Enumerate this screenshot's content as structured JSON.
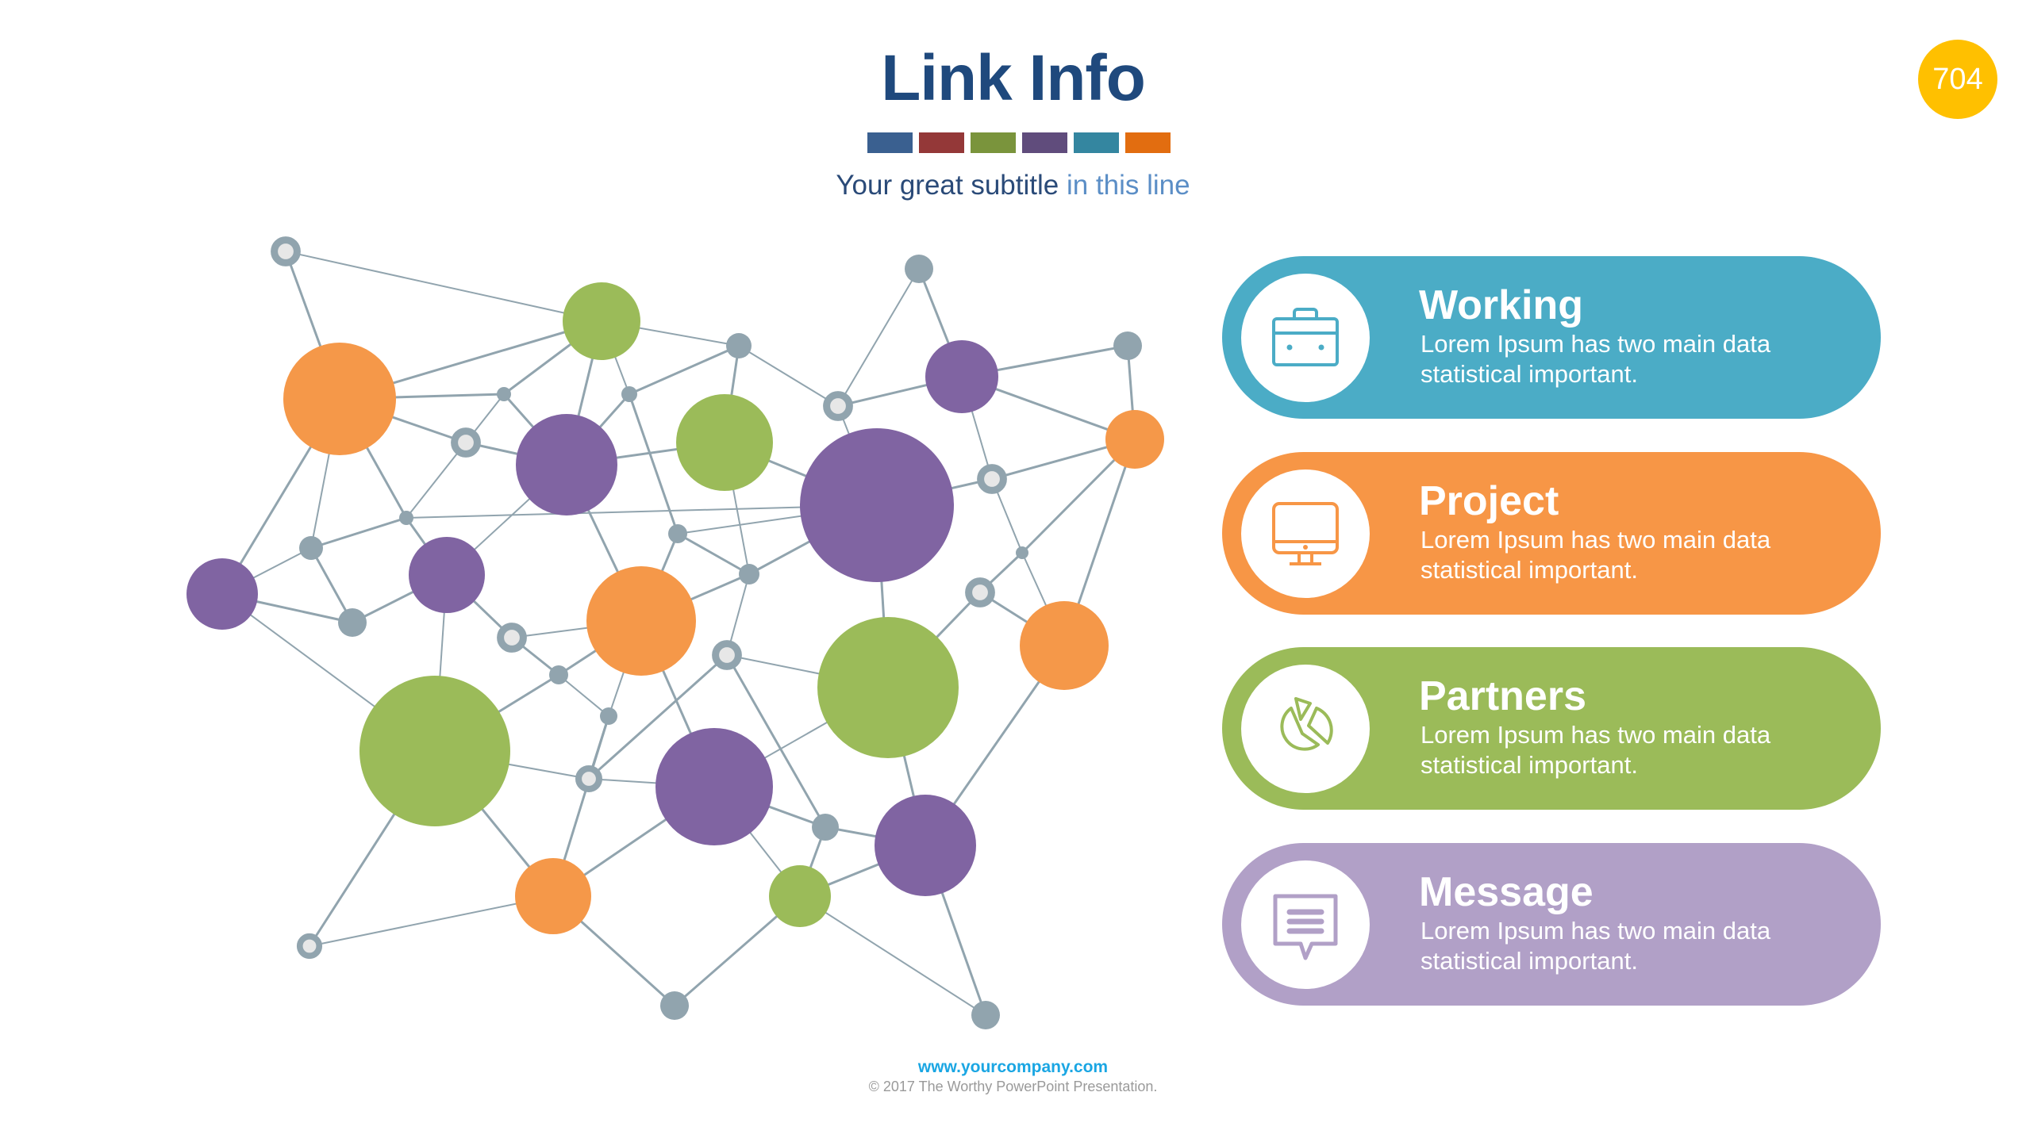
{
  "slide": {
    "title": "Link Info",
    "subtitle_part1": "Your great subtitle ",
    "subtitle_part2": "in this line",
    "page_number": "704",
    "swatch_colors": [
      "#3a6090",
      "#943838",
      "#7a943c",
      "#604c7c",
      "#3486a0",
      "#e26d10"
    ]
  },
  "palette": {
    "orange": "#f59849",
    "green": "#9bbb59",
    "purple": "#8064a2",
    "gray": "#91a4ae",
    "ring_fill": "#e7e7e7",
    "edge": "#91a4ae",
    "badge": "#ffc000"
  },
  "network": {
    "nodes": [
      {
        "id": "n1",
        "kind": "ring"
      },
      {
        "id": "n2",
        "kind": "green"
      },
      {
        "id": "n3",
        "kind": "gray"
      },
      {
        "id": "n4",
        "kind": "gray"
      },
      {
        "id": "n5",
        "kind": "orange"
      },
      {
        "id": "n6",
        "kind": "gray"
      },
      {
        "id": "n7",
        "kind": "gray"
      },
      {
        "id": "n8",
        "kind": "ring"
      },
      {
        "id": "n9",
        "kind": "purple"
      },
      {
        "id": "n10",
        "kind": "green"
      },
      {
        "id": "n11",
        "kind": "ring"
      },
      {
        "id": "n12",
        "kind": "purple"
      },
      {
        "id": "n13",
        "kind": "gray"
      },
      {
        "id": "n14",
        "kind": "orange"
      },
      {
        "id": "n15",
        "kind": "purple"
      },
      {
        "id": "n16",
        "kind": "ring"
      },
      {
        "id": "n17",
        "kind": "gray"
      },
      {
        "id": "n18",
        "kind": "gray"
      },
      {
        "id": "n19",
        "kind": "purple"
      },
      {
        "id": "n20",
        "kind": "gray"
      },
      {
        "id": "n21",
        "kind": "gray"
      },
      {
        "id": "n22",
        "kind": "gray"
      },
      {
        "id": "n23",
        "kind": "ring"
      },
      {
        "id": "n24",
        "kind": "purple"
      },
      {
        "id": "n25",
        "kind": "gray"
      },
      {
        "id": "n26",
        "kind": "orange"
      },
      {
        "id": "n27",
        "kind": "ring"
      },
      {
        "id": "n28",
        "kind": "ring"
      },
      {
        "id": "n29",
        "kind": "green"
      },
      {
        "id": "n30",
        "kind": "orange"
      },
      {
        "id": "n31",
        "kind": "gray"
      },
      {
        "id": "n32",
        "kind": "gray"
      },
      {
        "id": "n33",
        "kind": "green"
      },
      {
        "id": "n34",
        "kind": "ring"
      },
      {
        "id": "n35",
        "kind": "purple"
      },
      {
        "id": "n36",
        "kind": "gray"
      },
      {
        "id": "n37",
        "kind": "purple"
      },
      {
        "id": "n38",
        "kind": "orange"
      },
      {
        "id": "n39",
        "kind": "green"
      },
      {
        "id": "n40",
        "kind": "ring"
      },
      {
        "id": "n41",
        "kind": "gray"
      },
      {
        "id": "n42",
        "kind": "gray"
      }
    ],
    "edges": [
      [
        "n1",
        "n2"
      ],
      [
        "n1",
        "n5"
      ],
      [
        "n2",
        "n5"
      ],
      [
        "n2",
        "n3"
      ],
      [
        "n2",
        "n6"
      ],
      [
        "n2",
        "n9"
      ],
      [
        "n2",
        "n7"
      ],
      [
        "n5",
        "n6"
      ],
      [
        "n5",
        "n8"
      ],
      [
        "n5",
        "n18"
      ],
      [
        "n5",
        "n17"
      ],
      [
        "n5",
        "n24"
      ],
      [
        "n6",
        "n8"
      ],
      [
        "n6",
        "n9"
      ],
      [
        "n8",
        "n9"
      ],
      [
        "n8",
        "n17"
      ],
      [
        "n3",
        "n7"
      ],
      [
        "n3",
        "n10"
      ],
      [
        "n3",
        "n11"
      ],
      [
        "n7",
        "n9"
      ],
      [
        "n7",
        "n20"
      ],
      [
        "n4",
        "n11"
      ],
      [
        "n4",
        "n12"
      ],
      [
        "n11",
        "n12"
      ],
      [
        "n11",
        "n15"
      ],
      [
        "n12",
        "n13"
      ],
      [
        "n12",
        "n14"
      ],
      [
        "n12",
        "n16"
      ],
      [
        "n13",
        "n14"
      ],
      [
        "n9",
        "n10"
      ],
      [
        "n9",
        "n19"
      ],
      [
        "n9",
        "n26"
      ],
      [
        "n17",
        "n18"
      ],
      [
        "n17",
        "n15"
      ],
      [
        "n17",
        "n19"
      ],
      [
        "n10",
        "n15"
      ],
      [
        "n10",
        "n21"
      ],
      [
        "n15",
        "n16"
      ],
      [
        "n15",
        "n21"
      ],
      [
        "n15",
        "n20"
      ],
      [
        "n15",
        "n29"
      ],
      [
        "n16",
        "n14"
      ],
      [
        "n16",
        "n22"
      ],
      [
        "n14",
        "n22"
      ],
      [
        "n14",
        "n30"
      ],
      [
        "n18",
        "n24"
      ],
      [
        "n18",
        "n25"
      ],
      [
        "n24",
        "n25"
      ],
      [
        "n24",
        "n33"
      ],
      [
        "n19",
        "n25"
      ],
      [
        "n19",
        "n27"
      ],
      [
        "n19",
        "n33"
      ],
      [
        "n20",
        "n26"
      ],
      [
        "n20",
        "n21"
      ],
      [
        "n21",
        "n28"
      ],
      [
        "n21",
        "n26"
      ],
      [
        "n22",
        "n23"
      ],
      [
        "n22",
        "n30"
      ],
      [
        "n23",
        "n29"
      ],
      [
        "n23",
        "n30"
      ],
      [
        "n26",
        "n27"
      ],
      [
        "n26",
        "n31"
      ],
      [
        "n26",
        "n35"
      ],
      [
        "n26",
        "n32"
      ],
      [
        "n27",
        "n31"
      ],
      [
        "n31",
        "n33"
      ],
      [
        "n31",
        "n32"
      ],
      [
        "n32",
        "n34"
      ],
      [
        "n32",
        "n38"
      ],
      [
        "n28",
        "n29"
      ],
      [
        "n28",
        "n34"
      ],
      [
        "n28",
        "n36"
      ],
      [
        "n29",
        "n35"
      ],
      [
        "n29",
        "n37"
      ],
      [
        "n30",
        "n37"
      ],
      [
        "n33",
        "n34"
      ],
      [
        "n33",
        "n38"
      ],
      [
        "n33",
        "n40"
      ],
      [
        "n34",
        "n35"
      ],
      [
        "n35",
        "n36"
      ],
      [
        "n35",
        "n38"
      ],
      [
        "n35",
        "n39"
      ],
      [
        "n36",
        "n37"
      ],
      [
        "n36",
        "n39"
      ],
      [
        "n38",
        "n40"
      ],
      [
        "n38",
        "n41"
      ],
      [
        "n39",
        "n41"
      ],
      [
        "n39",
        "n42"
      ],
      [
        "n37",
        "n42"
      ],
      [
        "n39",
        "n37"
      ]
    ]
  },
  "cards": [
    {
      "title": "Working",
      "body": "Lorem Ipsum has two main data statistical important.",
      "icon": "briefcase-icon",
      "color": "#4bacc6"
    },
    {
      "title": "Project",
      "body": "Lorem Ipsum has two main data statistical important.",
      "icon": "monitor-icon",
      "color": "#f79646"
    },
    {
      "title": "Partners",
      "body": "Lorem Ipsum has two main data statistical important.",
      "icon": "pie-chart-icon",
      "color": "#9bbb59"
    },
    {
      "title": "Message",
      "body": "Lorem Ipsum has two main data statistical important.",
      "icon": "message-icon",
      "color": "#b1a0c7"
    }
  ],
  "footer": {
    "url": "www.yourcompany.com",
    "copyright": "© 2017 The Worthy PowerPoint Presentation."
  }
}
